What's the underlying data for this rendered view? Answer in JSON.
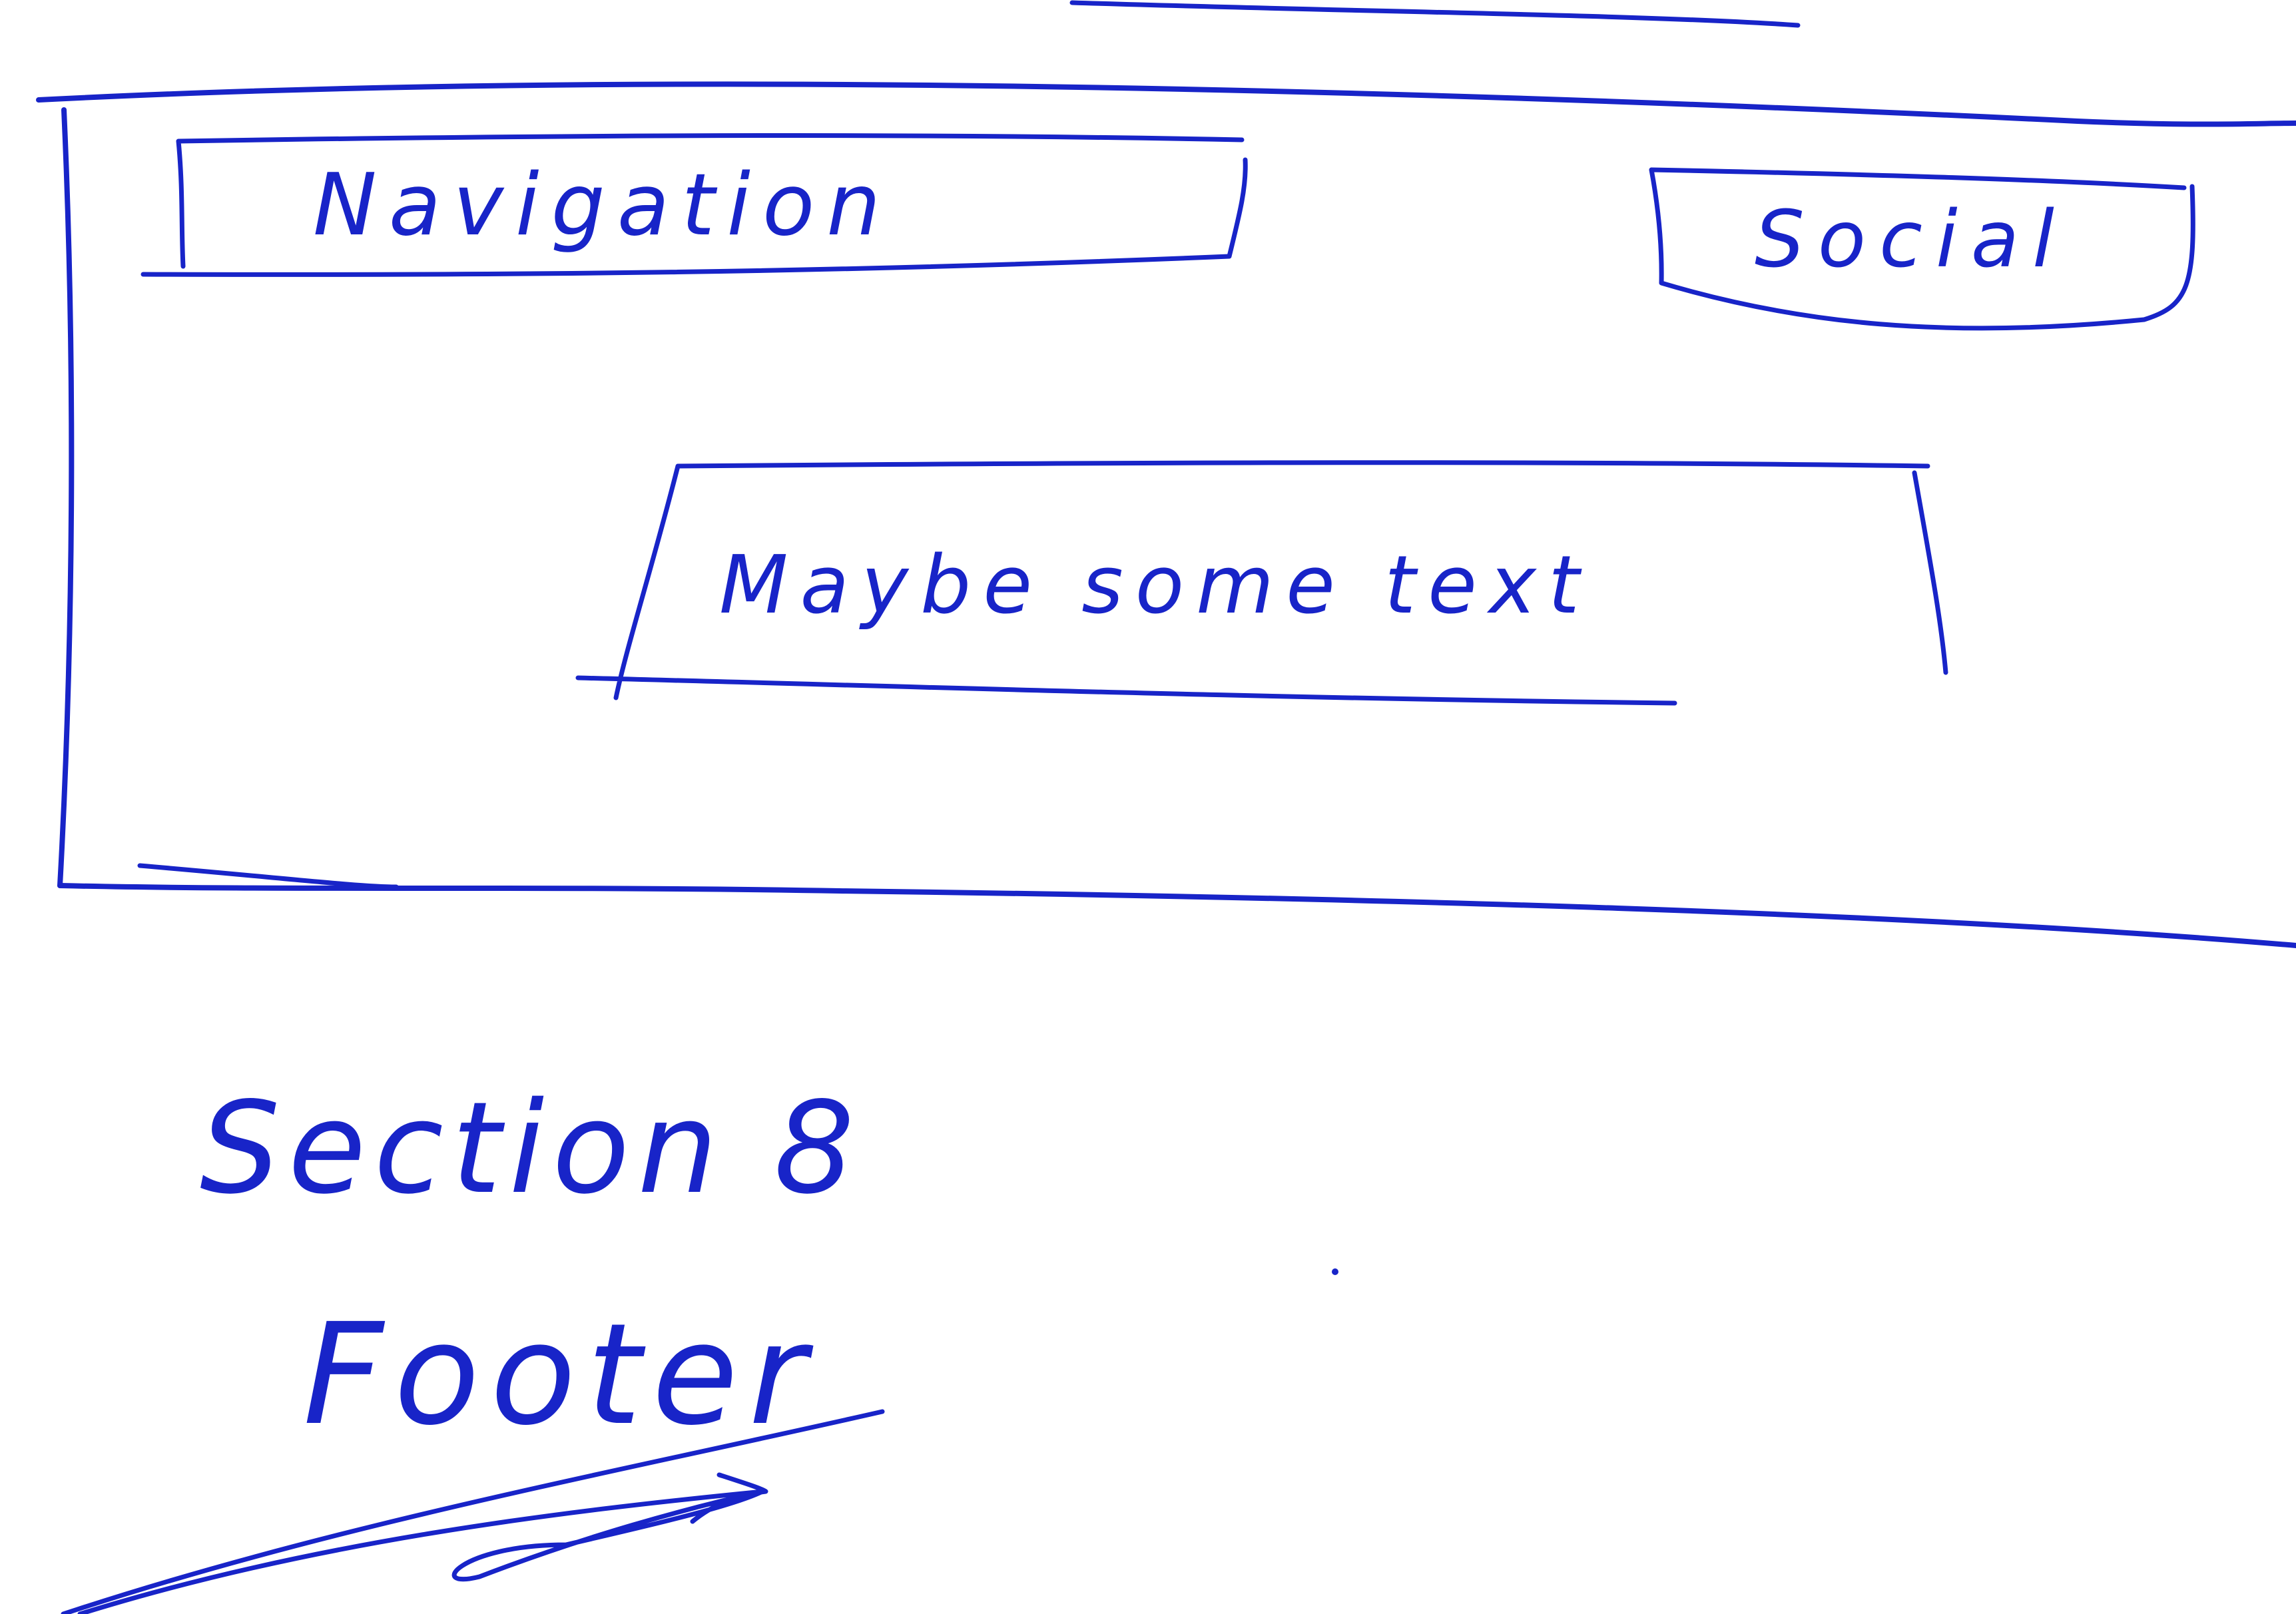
{
  "colors": {
    "ink": "#1824c8",
    "paper": "#ffffff"
  },
  "labels": {
    "navigation": "Navigation",
    "social": "Social",
    "maybe_text": "Maybe some text",
    "section": "Section 8",
    "footer": "Footer"
  }
}
